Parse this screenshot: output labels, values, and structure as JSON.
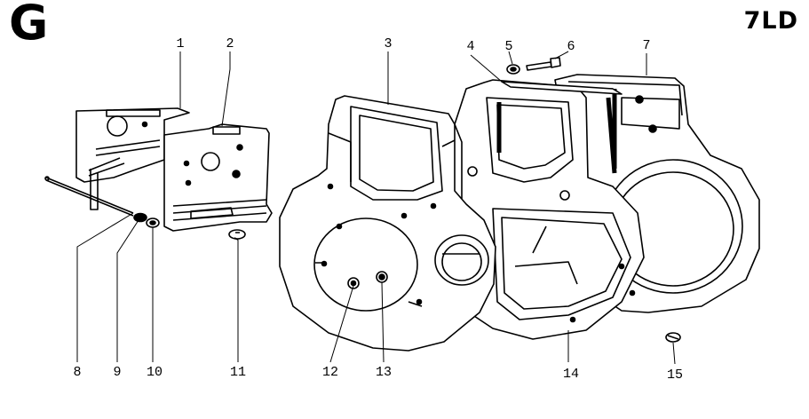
{
  "header": {
    "section_letter": "G",
    "model_code": "7LD"
  },
  "callouts": [
    "1",
    "2",
    "3",
    "4",
    "5",
    "6",
    "7",
    "8",
    "9",
    "10",
    "11",
    "12",
    "13",
    "14",
    "15"
  ]
}
